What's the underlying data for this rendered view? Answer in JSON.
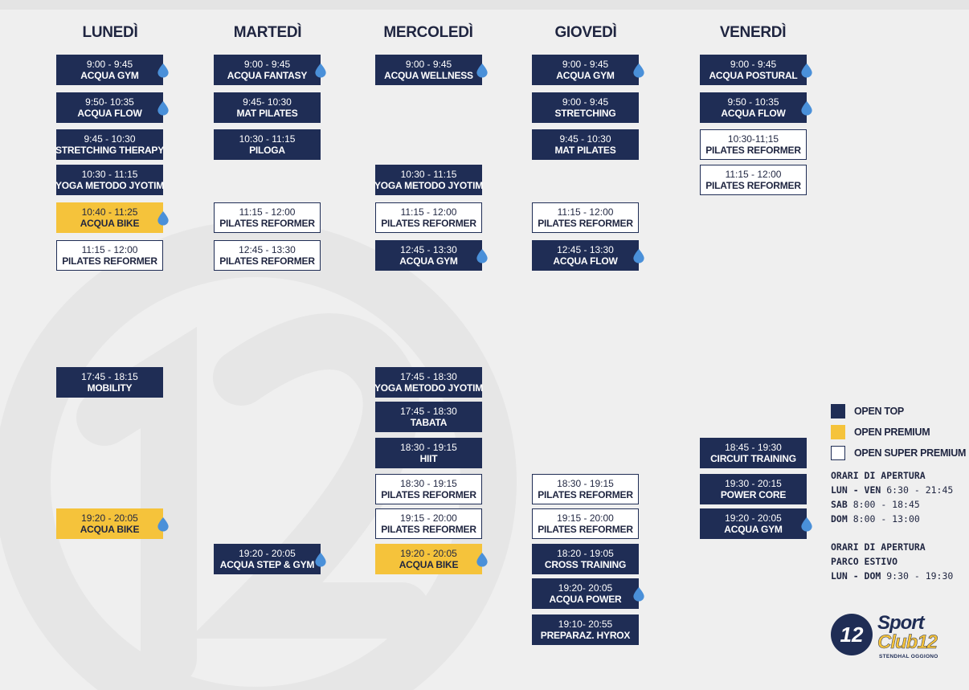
{
  "days": [
    "LUNEDÌ",
    "MARTEDÌ",
    "MERCOLEDÌ",
    "GIOVEDÌ",
    "VENERDÌ"
  ],
  "classes": [
    {
      "day": 0,
      "slot": 0,
      "time": "9:00 - 9:45",
      "name": "ACQUA GYM",
      "type": "top",
      "water": true
    },
    {
      "day": 0,
      "slot": 1,
      "time": "9:50- 10:35",
      "name": "ACQUA FLOW",
      "type": "top",
      "water": true
    },
    {
      "day": 0,
      "slot": 2,
      "time": "9:45 - 10:30",
      "name": "STRETCHING THERAPY",
      "type": "top",
      "water": false
    },
    {
      "day": 0,
      "slot": 3,
      "time": "10:30 - 11:15",
      "name": "YOGA METODO JYOTIM",
      "type": "top",
      "water": false
    },
    {
      "day": 0,
      "slot": 4,
      "time": "10:40 - 11:25",
      "name": "ACQUA BIKE",
      "type": "premium",
      "water": true
    },
    {
      "day": 0,
      "slot": 5,
      "time": "11:15 - 12:00",
      "name": "PILATES REFORMER",
      "type": "super",
      "water": false
    },
    {
      "day": 0,
      "slot": 6,
      "time": "17:45 - 18:15",
      "name": "MOBILITY",
      "type": "top",
      "water": false
    },
    {
      "day": 0,
      "slot": 10,
      "time": "19:20 - 20:05",
      "name": "ACQUA BIKE",
      "type": "premium",
      "water": true
    },
    {
      "day": 1,
      "slot": 0,
      "time": "9:00 - 9:45",
      "name": "ACQUA FANTASY",
      "type": "top",
      "water": true
    },
    {
      "day": 1,
      "slot": 1,
      "time": "9:45- 10:30",
      "name": "MAT PILATES",
      "type": "top",
      "water": false
    },
    {
      "day": 1,
      "slot": 2,
      "time": "10:30 - 11:15",
      "name": "PILOGA",
      "type": "top",
      "water": false
    },
    {
      "day": 1,
      "slot": 4,
      "time": "11:15 - 12:00",
      "name": "PILATES REFORMER",
      "type": "super",
      "water": false
    },
    {
      "day": 1,
      "slot": 5,
      "time": "12:45 - 13:30",
      "name": "PILATES REFORMER",
      "type": "super",
      "water": false
    },
    {
      "day": 1,
      "slot": 11,
      "time": "19:20 - 20:05",
      "name": "ACQUA STEP & GYM",
      "type": "top",
      "water": true
    },
    {
      "day": 2,
      "slot": 0,
      "time": "9:00 - 9:45",
      "name": "ACQUA WELLNESS",
      "type": "top",
      "water": true
    },
    {
      "day": 2,
      "slot": 3,
      "time": "10:30 - 11:15",
      "name": "YOGA METODO JYOTIM",
      "type": "top",
      "water": false
    },
    {
      "day": 2,
      "slot": 4,
      "time": "11:15 - 12:00",
      "name": "PILATES REFORMER",
      "type": "super",
      "water": false
    },
    {
      "day": 2,
      "slot": 5,
      "time": "12:45 - 13:30",
      "name": "ACQUA GYM",
      "type": "top",
      "water": true
    },
    {
      "day": 2,
      "slot": 6,
      "time": "17:45 - 18:30",
      "name": "YOGA METODO JYOTIM",
      "type": "top",
      "water": false
    },
    {
      "day": 2,
      "slot": 7,
      "time": "17:45 - 18:30",
      "name": "TABATA",
      "type": "top",
      "water": false
    },
    {
      "day": 2,
      "slot": 8,
      "time": "18:30 - 19:15",
      "name": "HIIT",
      "type": "top",
      "water": false
    },
    {
      "day": 2,
      "slot": 9,
      "time": "18:30 - 19:15",
      "name": "PILATES REFORMER",
      "type": "super",
      "water": false
    },
    {
      "day": 2,
      "slot": 10,
      "time": "19:15 - 20:00",
      "name": "PILATES REFORMER",
      "type": "super",
      "water": false
    },
    {
      "day": 2,
      "slot": 11,
      "time": "19:20 - 20:05",
      "name": "ACQUA BIKE",
      "type": "premium",
      "water": true
    },
    {
      "day": 3,
      "slot": 0,
      "time": "9:00 - 9:45",
      "name": "ACQUA GYM",
      "type": "top",
      "water": true
    },
    {
      "day": 3,
      "slot": 1,
      "time": "9:00 - 9:45",
      "name": "STRETCHING",
      "type": "top",
      "water": false
    },
    {
      "day": 3,
      "slot": 2,
      "time": "9:45 - 10:30",
      "name": "MAT PILATES",
      "type": "top",
      "water": false
    },
    {
      "day": 3,
      "slot": 4,
      "time": "11:15 - 12:00",
      "name": "PILATES REFORMER",
      "type": "super",
      "water": false
    },
    {
      "day": 3,
      "slot": 5,
      "time": "12:45 - 13:30",
      "name": "ACQUA FLOW",
      "type": "top",
      "water": true
    },
    {
      "day": 3,
      "slot": 9,
      "time": "18:30 - 19:15",
      "name": "PILATES REFORMER",
      "type": "super",
      "water": false
    },
    {
      "day": 3,
      "slot": 10,
      "time": "19:15 - 20:00",
      "name": "PILATES REFORMER",
      "type": "super",
      "water": false
    },
    {
      "day": 3,
      "slot": 11,
      "time": "18:20 - 19:05",
      "name": "CROSS TRAINING",
      "type": "top",
      "water": false
    },
    {
      "day": 3,
      "slot": 12,
      "time": "19:20- 20:05",
      "name": "ACQUA POWER",
      "type": "top",
      "water": true
    },
    {
      "day": 3,
      "slot": 13,
      "time": "19:10- 20:55",
      "name": "PREPARAZ. HYROX",
      "type": "top",
      "water": false
    },
    {
      "day": 4,
      "slot": 0,
      "time": "9:00 - 9:45",
      "name": "ACQUA POSTURAL",
      "type": "top",
      "water": true
    },
    {
      "day": 4,
      "slot": 1,
      "time": "9:50 - 10:35",
      "name": "ACQUA FLOW",
      "type": "top",
      "water": true
    },
    {
      "day": 4,
      "slot": 2,
      "time": "10:30-11;15",
      "name": "PILATES REFORMER",
      "type": "super",
      "water": false
    },
    {
      "day": 4,
      "slot": 3,
      "time": "11:15 - 12:00",
      "name": "PILATES REFORMER",
      "type": "super",
      "water": false
    },
    {
      "day": 4,
      "slot": 8,
      "time": "18:45 - 19:30",
      "name": "CIRCUIT TRAINING",
      "type": "top",
      "water": false
    },
    {
      "day": 4,
      "slot": 9,
      "time": "19:30 - 20:15",
      "name": "POWER CORE",
      "type": "top",
      "water": false
    },
    {
      "day": 4,
      "slot": 10,
      "time": "19:20 - 20:05",
      "name": "ACQUA GYM",
      "type": "top",
      "water": true
    }
  ],
  "legend": [
    {
      "label": "OPEN TOP",
      "type": "top"
    },
    {
      "label": "OPEN PREMIUM",
      "type": "premium"
    },
    {
      "label": "OPEN SUPER PREMIUM",
      "type": "super"
    }
  ],
  "hours": {
    "title": "ORARI DI APERTURA",
    "rows": [
      {
        "days": "LUN - VEN",
        "time": "6:30 - 21:45"
      },
      {
        "days": "SAB",
        "time": "8:00 - 18:45"
      },
      {
        "days": "DOM",
        "time": "8:00 - 13:00"
      }
    ]
  },
  "park": {
    "title_line1": "ORARI DI APERTURA",
    "title_line2": "PARCO ESTIVO",
    "rows": [
      {
        "days": "LUN - DOM",
        "time": "9:30 - 19:30"
      }
    ]
  },
  "logo": {
    "mark": "12",
    "line1": "Sport",
    "line2": "Club12",
    "line3": "STENDHAL OGGIONO"
  },
  "colors": {
    "top": "#1f2d55",
    "premium": "#f5c33b",
    "super": "#ffffff",
    "water_drop": "#4a90d9"
  }
}
